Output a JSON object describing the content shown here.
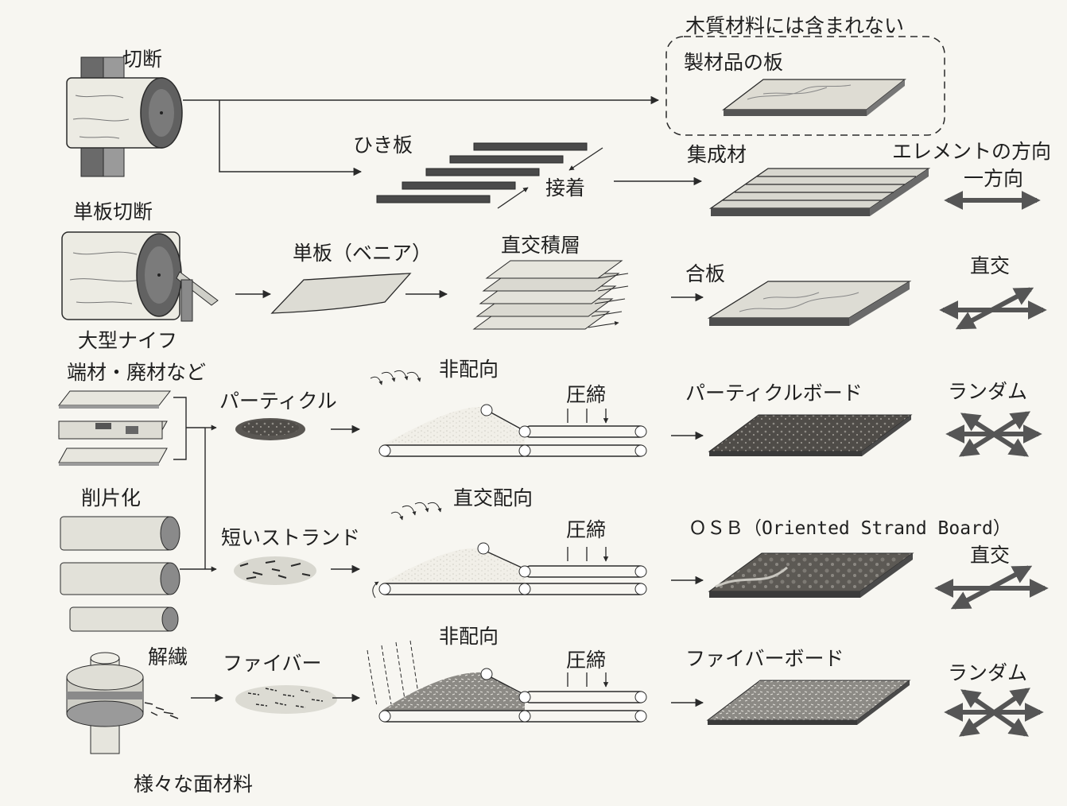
{
  "labels": {
    "cut": "切断",
    "veneer_cut": "単板切断",
    "large_knife": "大型ナイフ",
    "offcuts": "端材・廃材など",
    "flaking": "削片化",
    "defibration": "解繊",
    "not_wood_material": "木質材料には含まれない",
    "sawn_board": "製材品の板",
    "lamina": "ひき板",
    "bonding": "接着",
    "glulam": "集成材",
    "element_direction": "エレメントの方向",
    "one_direction": "一方向",
    "veneer": "単板（ベニア）",
    "cross_lamination": "直交積層",
    "plywood": "合板",
    "orthogonal_1": "直交",
    "particle": "パーティクル",
    "non_oriented_1": "非配向",
    "press_1": "圧締",
    "particleboard": "パーティクルボード",
    "random_1": "ランダム",
    "short_strand": "短いストランド",
    "cross_oriented": "直交配向",
    "press_2": "圧締",
    "osb": "ＯＳＢ（Oriented Strand Board）",
    "orthogonal_2": "直交",
    "fiber": "ファイバー",
    "non_oriented_2": "非配向",
    "press_3": "圧締",
    "fiberboard": "ファイバーボード",
    "random_2": "ランダム",
    "caption": "様々な面材料"
  },
  "colors": {
    "ink": "#2a2a2a",
    "board_top": "#d9d8d0",
    "board_dark": "#4a4a4a",
    "particle_board": "#5a5753",
    "fiber_board": "#8a8884",
    "log": "#e8e6dc",
    "log_end": "#5e5e5e",
    "arrow": "#555555"
  }
}
